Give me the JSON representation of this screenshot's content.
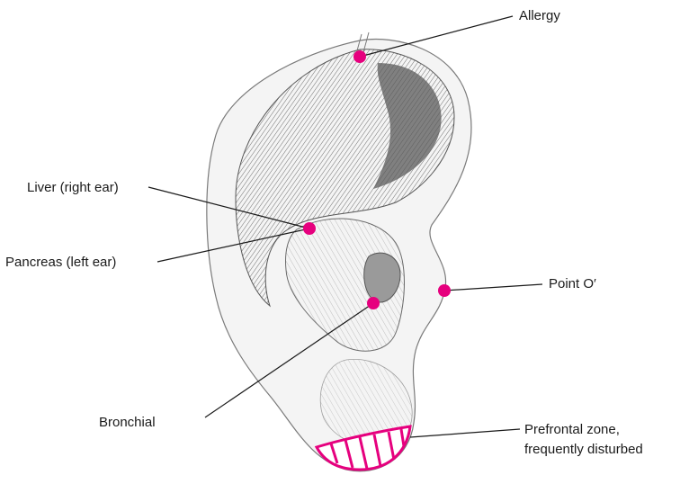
{
  "colors": {
    "accent": "#e6007e",
    "line": "#1a1a1a",
    "shade_dark": "#4a4a4a",
    "shade_mid": "#8c8c8c",
    "shade_light": "#cfcfcf"
  },
  "labels": {
    "allergy": "Allergy",
    "liver": "Liver (right ear)",
    "pancreas": "Pancreas (left ear)",
    "point_o": "Point O′",
    "bronchial": "Bronchial",
    "prefrontal_line1": "Prefrontal zone,",
    "prefrontal_line2": "frequently disturbed"
  }
}
